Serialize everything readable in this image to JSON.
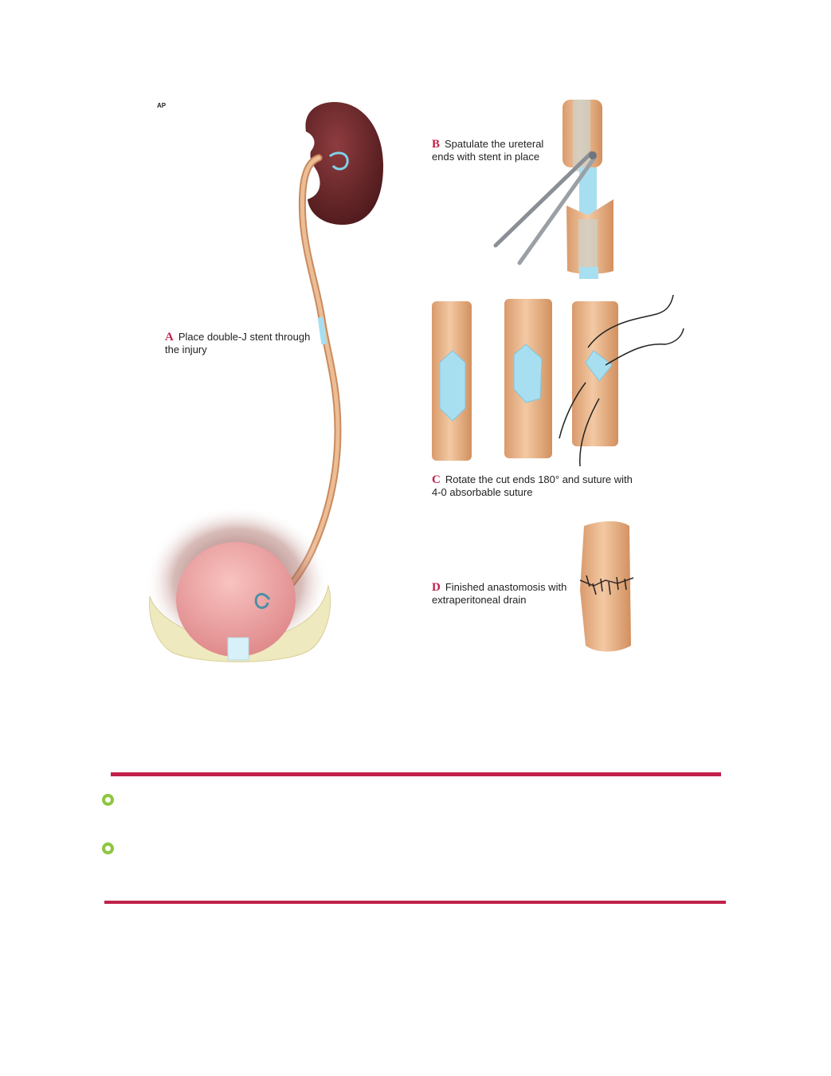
{
  "figure": {
    "corner_mark": "AP",
    "panels": [
      {
        "letter": "A",
        "caption": "Place double-J stent through the injury"
      },
      {
        "letter": "B",
        "caption": "Spatulate the ureteral ends with stent in place"
      },
      {
        "letter": "C",
        "caption": "Rotate the cut ends 180° and suture with 4-0 absorbable suture"
      },
      {
        "letter": "D",
        "caption": "Finished anastomosis with extraperitoneal drain"
      }
    ]
  },
  "colors": {
    "accent": "#c0224a",
    "bullet": "#8dc63f",
    "kidney": "#6e2a2c",
    "ureter": "#e8b48a",
    "stent": "#a8dff0",
    "bladder": "#f0a7a7",
    "pelvis": "#efe9bf"
  },
  "icons": [
    "circle-bullet-icon",
    "circle-bullet-icon"
  ]
}
